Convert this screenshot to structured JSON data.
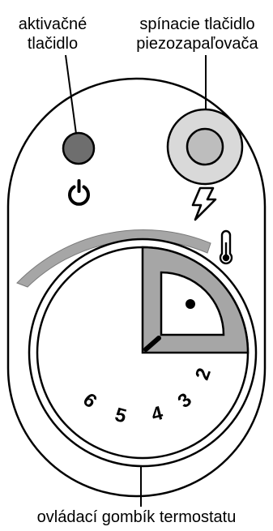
{
  "labels": {
    "activation_button": [
      "aktivačné",
      "tlačidlo"
    ],
    "piezo_button": [
      "spínacie tlačidlo",
      "piezozapaľovača"
    ],
    "thermostat_knob": "ovládací gombík termostatu"
  },
  "dial_numbers": [
    "2",
    "3",
    "4",
    "5",
    "6"
  ],
  "icons": {
    "power": "power-icon",
    "lightning": "lightning-icon",
    "thermometer": "thermometer-icon"
  },
  "colors": {
    "activation_button_fill": "#6e6e6e",
    "piezo_outer_fill": "#d9d9d9",
    "piezo_inner_fill": "#bdbdbd",
    "arc_fill": "#a6a6a6",
    "knob_sector_fill": "#a6a6a6"
  }
}
